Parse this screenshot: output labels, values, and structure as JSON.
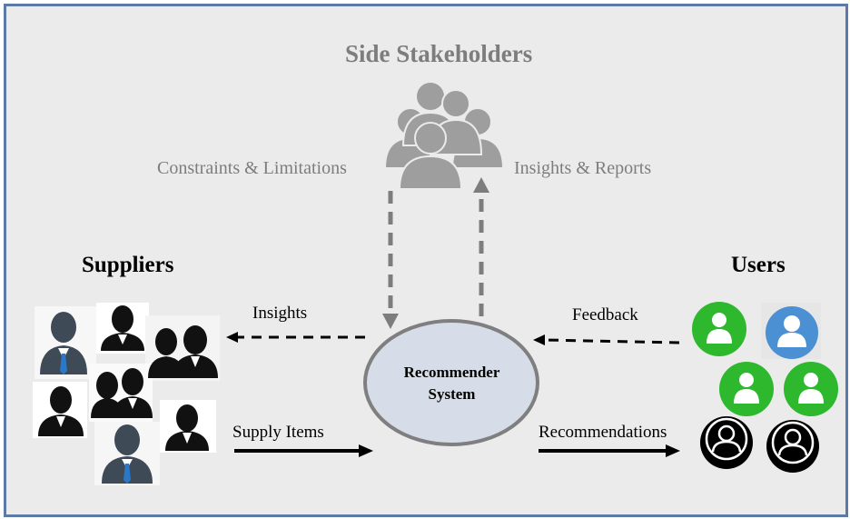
{
  "side_stakeholders": {
    "title": "Side Stakeholders"
  },
  "suppliers": {
    "title": "Suppliers"
  },
  "users": {
    "title": "Users"
  },
  "center": {
    "line1": "Recommender",
    "line2": "System"
  },
  "edges": {
    "constraints": "Constraints & Limitations",
    "insights_reports": "Insights & Reports",
    "insights": "Insights",
    "feedback": "Feedback",
    "supply_items": "Supply Items",
    "recommendations": "Recommendations"
  },
  "colors": {
    "frame_border": "#5b7aa6",
    "node_fill": "#d6dde8",
    "node_stroke": "#7f7f7f",
    "stakeholder_gray": "#9e9e9e",
    "user_green": "#2db82d",
    "user_blue": "#4a90d2",
    "user_black": "#000000",
    "supplier_dark": "#3f4a57"
  }
}
